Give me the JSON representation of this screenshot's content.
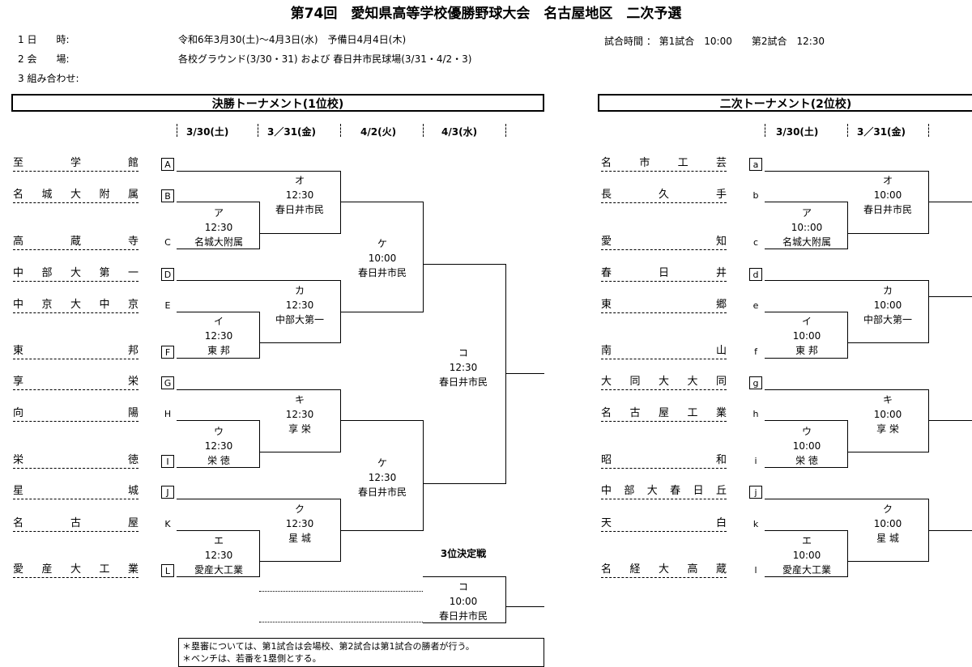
{
  "title": "第74回　愛知県高等学校優勝野球大会　名古屋地区　二次予選",
  "info": {
    "date_label": "1 日　　時:",
    "date_value": "令和6年3月30(土)〜4月3日(水)　予備日4月4日(木)",
    "venue_label": "2 会　　場:",
    "venue_value": "各校グラウンド(3/30・31) および 春日井市民球場(3/31・4/2・3)",
    "draw_label": "3 組み合わせ:",
    "game_times": "試合時間 ： 第1試合　10:00　　第2試合　12:30"
  },
  "left": {
    "header": "決勝トーナメント(1位校)",
    "dates": [
      "3/30(土)",
      "3／31(金)",
      "4/2(火)",
      "4/3(水)"
    ],
    "teams": [
      {
        "name": [
          "至",
          "学",
          "館"
        ],
        "label": "A",
        "boxed": true
      },
      {
        "name": [
          "名",
          "城",
          "大",
          "附",
          "属"
        ],
        "label": "B",
        "boxed": true
      },
      {
        "name": [
          "高",
          "蔵",
          "寺"
        ],
        "label": "C",
        "boxed": false
      },
      {
        "name": [
          "中",
          "部",
          "大",
          "第",
          "一"
        ],
        "label": "D",
        "boxed": true
      },
      {
        "name": [
          "中",
          "京",
          "大",
          "中",
          "京"
        ],
        "label": "E",
        "boxed": false
      },
      {
        "name": [
          "東",
          "邦"
        ],
        "label": "F",
        "boxed": true
      },
      {
        "name": [
          "享",
          "栄"
        ],
        "label": "G",
        "boxed": true
      },
      {
        "name": [
          "向",
          "陽"
        ],
        "label": "H",
        "boxed": false
      },
      {
        "name": [
          "栄",
          "徳"
        ],
        "label": "I",
        "boxed": true
      },
      {
        "name": [
          "星",
          "城"
        ],
        "label": "J",
        "boxed": true
      },
      {
        "name": [
          "名",
          "古",
          "屋"
        ],
        "label": "K",
        "boxed": false
      },
      {
        "name": [
          "愛",
          "産",
          "大",
          "工",
          "業"
        ],
        "label": "L",
        "boxed": true
      }
    ],
    "games": {
      "a": [
        "ア",
        "12:30",
        "名城大附属"
      ],
      "o": [
        "オ",
        "12:30",
        "春日井市民"
      ],
      "i": [
        "イ",
        "12:30",
        "東 邦"
      ],
      "ka": [
        "カ",
        "12:30",
        "中部大第一"
      ],
      "ke1": [
        "ケ",
        "10:00",
        "春日井市民"
      ],
      "u": [
        "ウ",
        "12:30",
        "栄 徳"
      ],
      "ki": [
        "キ",
        "12:30",
        "享 栄"
      ],
      "e": [
        "エ",
        "12:30",
        "愛産大工業"
      ],
      "ku": [
        "ク",
        "12:30",
        "星 城"
      ],
      "ke2": [
        "ケ",
        "12:30",
        "春日井市民"
      ],
      "ko": [
        "コ",
        "12:30",
        "春日井市民"
      ],
      "third_title": "3位決定戦",
      "ko3": [
        "コ",
        "10:00",
        "春日井市民"
      ]
    }
  },
  "right": {
    "header": "二次トーナメント(2位校)",
    "dates": [
      "3/30(土)",
      "3／31(金)"
    ],
    "teams": [
      {
        "name": [
          "名",
          "市",
          "工",
          "芸"
        ],
        "label": "a",
        "boxed": true
      },
      {
        "name": [
          "長",
          "久",
          "手"
        ],
        "label": "b",
        "boxed": false
      },
      {
        "name": [
          "愛",
          "知"
        ],
        "label": "c",
        "boxed": false
      },
      {
        "name": [
          "春",
          "日",
          "井"
        ],
        "label": "d",
        "boxed": true
      },
      {
        "name": [
          "東",
          "郷"
        ],
        "label": "e",
        "boxed": false
      },
      {
        "name": [
          "南",
          "山"
        ],
        "label": "f",
        "boxed": false
      },
      {
        "name": [
          "大",
          "同",
          "大",
          "大",
          "同"
        ],
        "label": "g",
        "boxed": true
      },
      {
        "name": [
          "名",
          "古",
          "屋",
          "工",
          "業"
        ],
        "label": "h",
        "boxed": false
      },
      {
        "name": [
          "昭",
          "和"
        ],
        "label": "i",
        "boxed": false
      },
      {
        "name": [
          "中",
          "部",
          "大",
          "春",
          "日",
          "丘"
        ],
        "label": "j",
        "boxed": true
      },
      {
        "name": [
          "天",
          "白"
        ],
        "label": "k",
        "boxed": false
      },
      {
        "name": [
          "名",
          "経",
          "大",
          "高",
          "蔵"
        ],
        "label": "l",
        "boxed": false
      }
    ],
    "games": {
      "a": [
        "ア",
        "10::00",
        "名城大附属"
      ],
      "o": [
        "オ",
        "10:00",
        "春日井市民"
      ],
      "i": [
        "イ",
        "10:00",
        "東 邦"
      ],
      "ka": [
        "カ",
        "10:00",
        "中部大第一"
      ],
      "u": [
        "ウ",
        "10:00",
        "栄 徳"
      ],
      "ki": [
        "キ",
        "10:00",
        "享 栄"
      ],
      "e": [
        "エ",
        "10:00",
        "愛産大工業"
      ],
      "ku": [
        "ク",
        "10:00",
        "星 城"
      ]
    }
  },
  "notes": [
    "＊塁審については、第1試合は会場校、第2試合は第1試合の勝者が行う。",
    "＊ベンチは、若番を1塁側とする。"
  ]
}
